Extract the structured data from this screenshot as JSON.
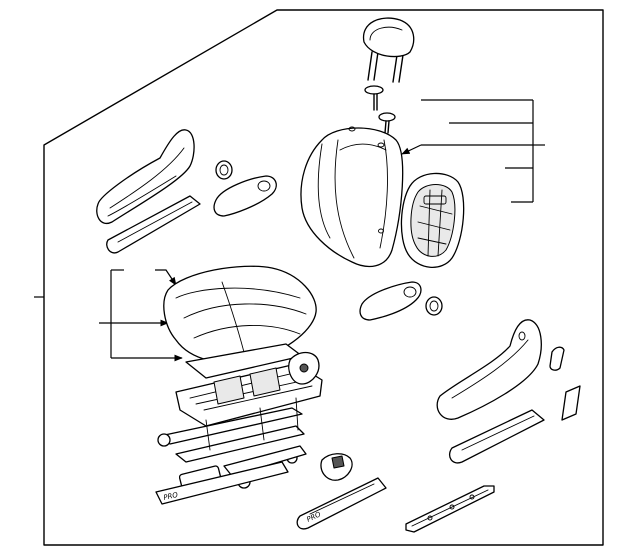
{
  "diagram": {
    "frame_color": "#000000",
    "background": "#ffffff",
    "parts": [
      "headrest",
      "headrest-guide-left",
      "headrest-guide-right",
      "seat-back",
      "back-panel",
      "seat-cushion",
      "cushion-pad",
      "seat-track-frame",
      "left-recliner-cover",
      "left-side-trim",
      "left-knob",
      "left-armrest-cover",
      "right-armrest-cover",
      "right-knob",
      "right-recliner-cover",
      "right-side-trim",
      "small-cover",
      "small-trim",
      "lever-handle",
      "left-rail-cover",
      "center-rail-cover",
      "right-rail-bracket"
    ],
    "stamps": {
      "left_rail": "PRO",
      "center_rail": "PRO"
    }
  }
}
